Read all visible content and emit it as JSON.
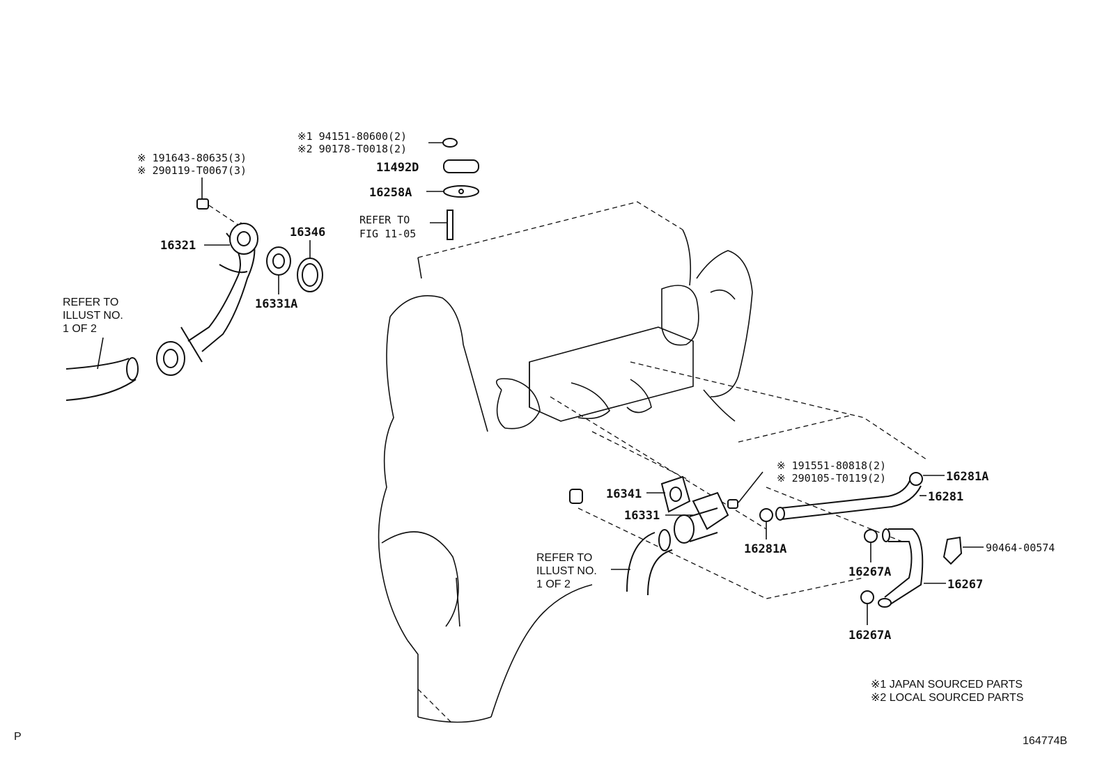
{
  "labels": {
    "bolt_japan": "※ 191643-80635(3)",
    "bolt_local": "※ 290119-T0067(3)",
    "nut_japan": "※1 94151-80600(2)",
    "nut_local": "※2 90178-T0018(2)",
    "p11492d": "11492D",
    "p16258a": "16258A",
    "refer_fig_1": "REFER TO",
    "refer_fig_2": "FIG 11-05",
    "p16321": "16321",
    "p16346": "16346",
    "p16331a": "16331A",
    "refer_illust_top_1": "REFER TO",
    "refer_illust_top_2": "ILLUST NO.",
    "refer_illust_top_3": "1 OF 2",
    "bolt2_japan": "※ 191551-80818(2)",
    "bolt2_local": "※ 290105-T0119(2)",
    "p16281a_top": "16281A",
    "p16281": "16281",
    "p16341": "16341",
    "p16331": "16331",
    "p16281a_bottom": "16281A",
    "p90464": "90464-00574",
    "p16267a_top": "16267A",
    "p16267": "16267",
    "p16267a_bottom": "16267A",
    "refer_illust_bot_1": "REFER TO",
    "refer_illust_bot_2": "ILLUST NO.",
    "refer_illust_bot_3": "1 OF 2",
    "legend_1": "※1 JAPAN SOURCED PARTS",
    "legend_2": "※2 LOCAL SOURCED PARTS",
    "corner_p": "P",
    "figure_id": "164774B"
  }
}
